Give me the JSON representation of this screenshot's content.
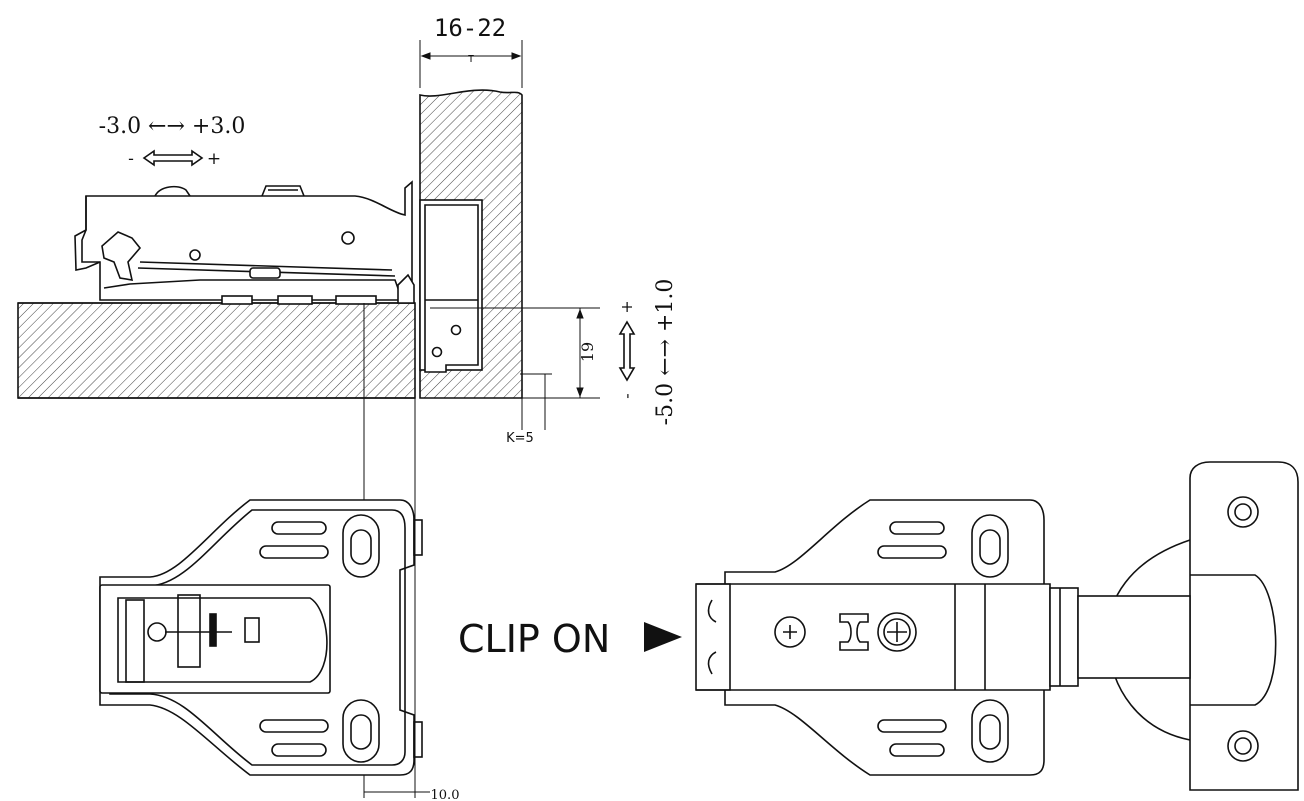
{
  "dimensions": {
    "door_thickness_range": "16-22",
    "door_thickness_symbol": "T",
    "side_adjust_range": "-3.0 ←→ +3.0",
    "side_minus": "-",
    "side_plus": "+",
    "depth_adjust_range": "-5.0 ←→ +1.0",
    "depth_plus": "+",
    "depth_minus": "-",
    "plate_height": "19",
    "k_value": "K=5",
    "bottom_offset": "10.0"
  },
  "labels": {
    "clip_on": "CLIP ON"
  },
  "colors": {
    "line": "#111111",
    "hatch": "#333333",
    "background": "#ffffff"
  }
}
